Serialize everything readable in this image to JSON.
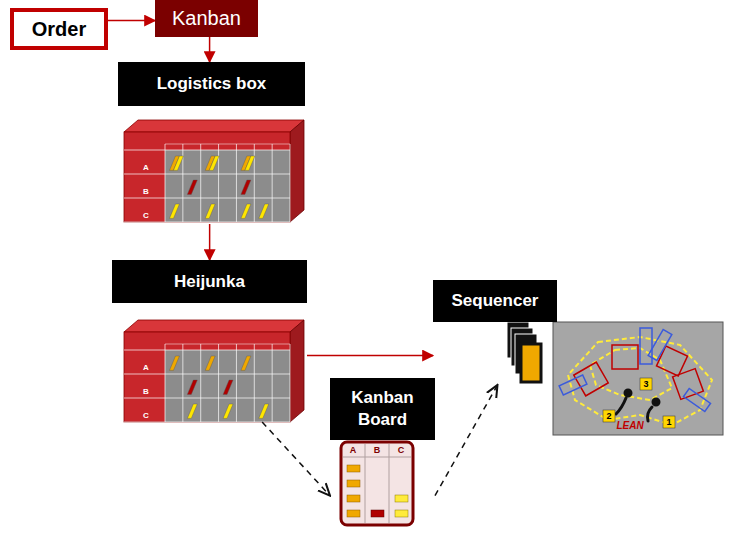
{
  "diagram": {
    "nodes": [
      {
        "text": [
          "Order"
        ]
      },
      {
        "text": [
          "Kanban"
        ]
      },
      {
        "text": [
          "Logistics box"
        ]
      },
      {
        "text": [
          "Heijunka"
        ]
      },
      {
        "text": [
          "Sequencer"
        ]
      },
      {
        "text": [
          "Kanban Board"
        ]
      }
    ],
    "edges": [
      {
        "from": 0,
        "to": 1,
        "arrow": "to"
      },
      {
        "from": 1,
        "to": 2,
        "arrow": "to"
      },
      {
        "from": 2,
        "to": 3,
        "arrow": "to"
      },
      {
        "from": 3,
        "to": 4,
        "arrow": "to"
      },
      {
        "from": 3,
        "to": 5,
        "arrow": "to"
      },
      {
        "from": 5,
        "to": 4,
        "arrow": "to"
      }
    ],
    "labels": [
      "A",
      "B",
      "C",
      "A",
      "B",
      "C",
      "A",
      "B",
      "C",
      "3",
      "2",
      "1",
      "LEAN"
    ]
  }
}
